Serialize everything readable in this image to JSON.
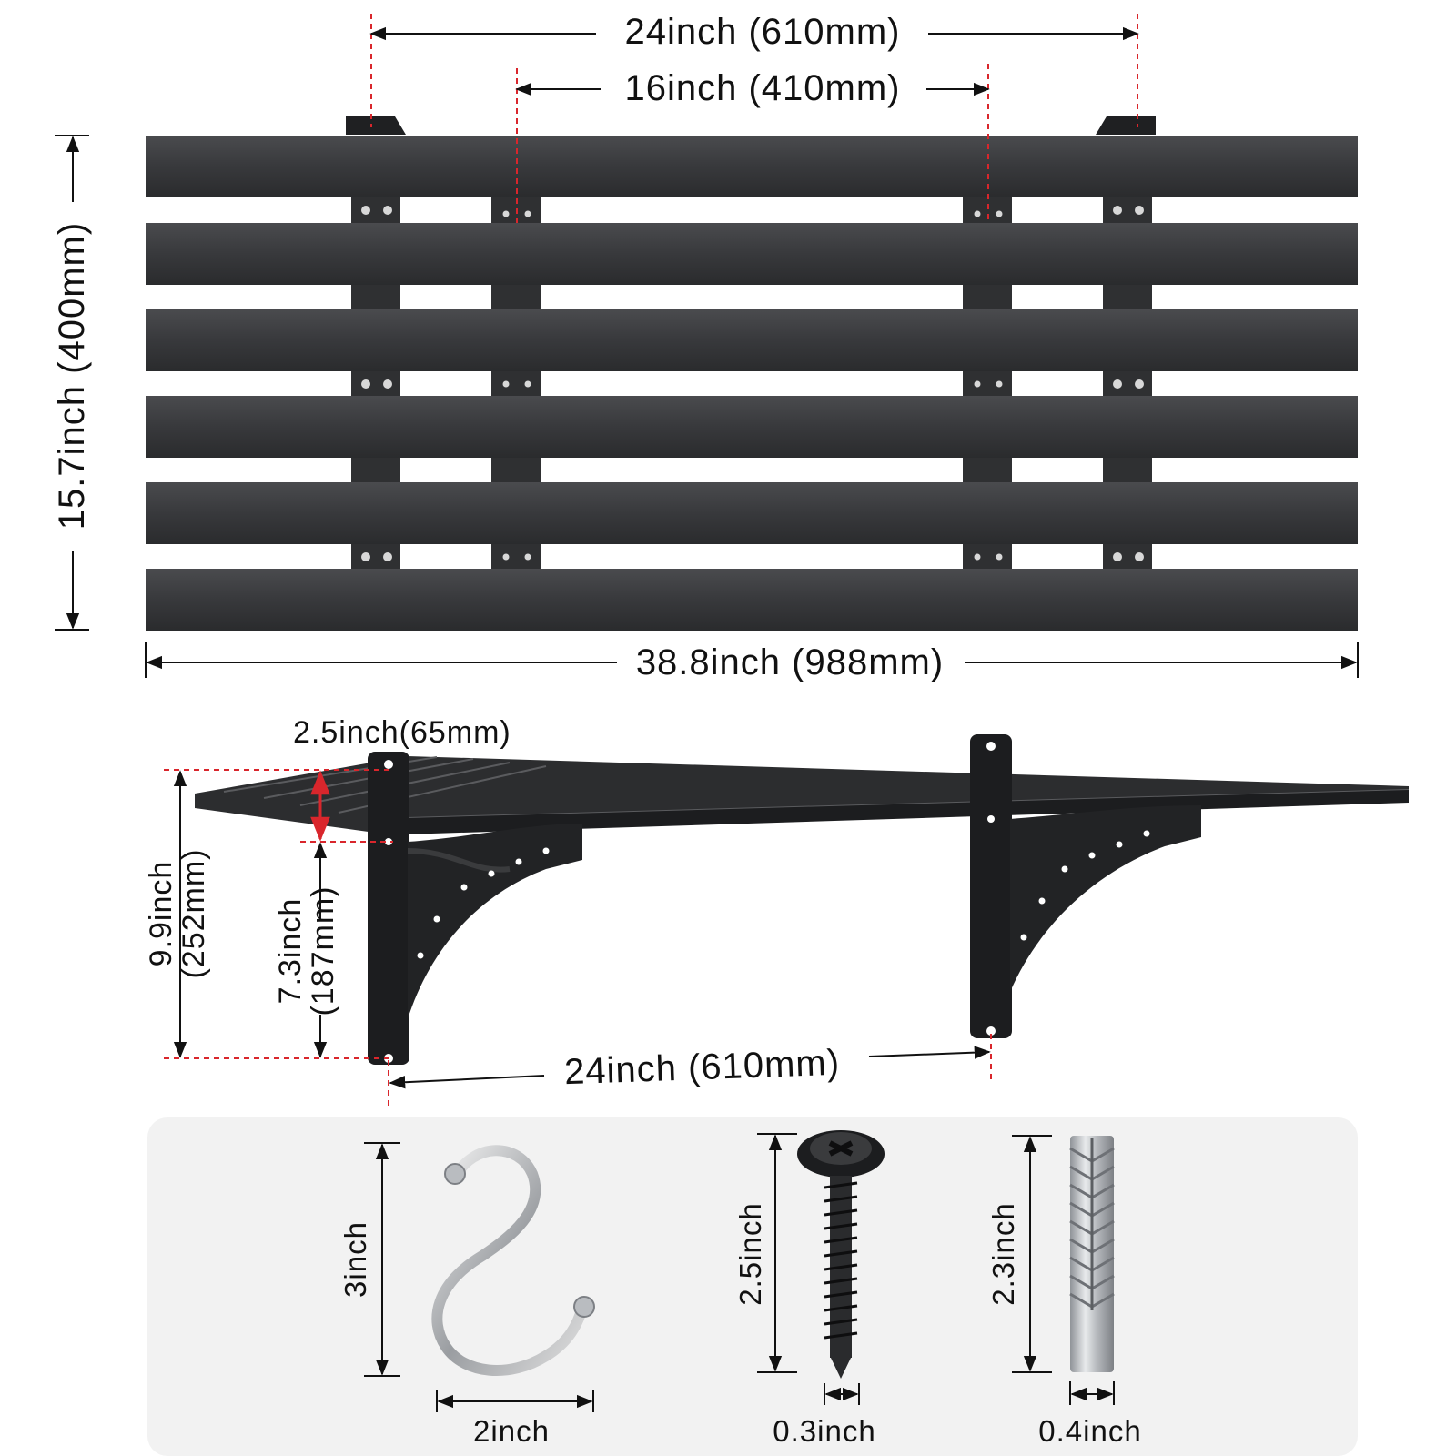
{
  "top_view": {
    "spacing_outer": "24inch (610mm)",
    "spacing_inner": "16inch (410mm)",
    "depth": "15.7inch (400mm)",
    "width": "38.8inch (988mm)"
  },
  "side_view": {
    "bracket_top": "2.5inch(65mm)",
    "height_total_1": "9.9inch",
    "height_total_2": "(252mm)",
    "height_bracket_1": "7.3inch",
    "height_bracket_2": "(187mm)",
    "bracket_spacing": "24inch (610mm)"
  },
  "accessories": {
    "hook_height": "3inch",
    "hook_width": "2inch",
    "screw_length": "2.5inch",
    "screw_width": "0.3inch",
    "anchor_length": "2.3inch",
    "anchor_width": "0.4inch"
  },
  "colors": {
    "shelf": "#3a3b3d",
    "shelf_dark": "#1c1d1f",
    "guide_red": "#d9262c",
    "panel": "#f2f2f2",
    "steel": "#c9ccd0"
  }
}
